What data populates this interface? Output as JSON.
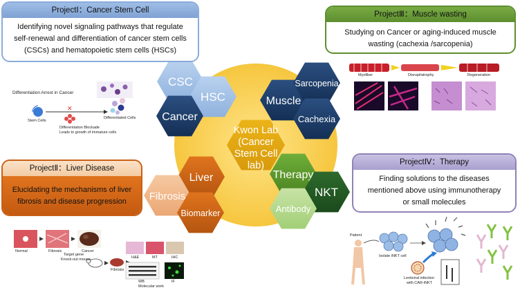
{
  "projects": {
    "p1": {
      "title": "ProjectⅠ：Cancer Stem Cell",
      "line1": "Identifying novel signaling pathways that regulate",
      "line2": "self-renewal and differentiation of cancer stem cells",
      "line3": "(CSCs) and hematopoietic stem cells (HSCs)",
      "color": "#8aabd9"
    },
    "p2": {
      "title": "ProjectⅡ：Liver Disease",
      "line1": "Elucidating the mechanisms of liver",
      "line2": "fibrosis and disease progression",
      "color": "#d86a1e"
    },
    "p3": {
      "title": "ProjectⅢ：Muscle wasting",
      "line1": "Studying on Cancer or aging-induced muscle",
      "line2": "wasting (cachexia /sarcopenia)",
      "color": "#6a9a38"
    },
    "p4": {
      "title": "ProjectⅣ：Therapy",
      "line1": "Finding solutions to the diseases",
      "line2": "mentioned above using immunotherapy",
      "line3": "or small molecules",
      "color": "#8f82b8"
    }
  },
  "center": {
    "line1": "Kwon Lab",
    "line2": "(Cancer",
    "line3": "Stem Cell",
    "line4": "lab)",
    "color": "#f5c544"
  },
  "hexes": {
    "csc": "CSC",
    "hsc": "HSC",
    "cancer": "Cancer",
    "muscle": "Muscle",
    "sarcopenia": "Sarcopenia",
    "cachexia": "Cachexia",
    "liver": "Liver",
    "fibrosis": "Fibrosis",
    "biomarker": "Biomarker",
    "therapy": "Therapy",
    "nkt": "NKT",
    "antibody": "Antibody"
  },
  "captions": {
    "diff_arrest": "Differentiation Arrest in Cancer",
    "stem_cells": "Stem Cells",
    "differentiated": "Differentiated Cells",
    "blockade1": "Differentiation Blockade",
    "blockade2": "Leads to growth of immature cells",
    "myofiber": "Myofiber",
    "atrophy": "Disrupt/atrophy",
    "regeneration": "Regeneration",
    "normal": "Normal",
    "fibrosis_img": "Fibrosis",
    "cancer_img": "Cancer",
    "target_gene": "Target gene",
    "knockout": "Knock-out mouse",
    "fibrosis_mouse": "Fibrosis",
    "he": "H&E",
    "mt": "MT",
    "ihc": "IHC",
    "wb": "WB",
    "if": "IF",
    "molecular": "Molecular work",
    "patient": "Patient",
    "isolate": "Isolate iNKT cell",
    "lentiviral1": "Lentiviral infection",
    "lentiviral2": "with CAR-iNKT"
  }
}
